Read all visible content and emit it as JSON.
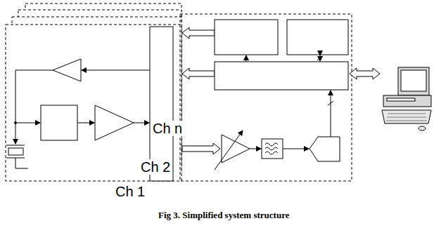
{
  "diagram": {
    "caption": "Fig 3. Simplified system structure",
    "labels": [
      "Ch n",
      "Ch 2",
      "Ch 1"
    ]
  }
}
